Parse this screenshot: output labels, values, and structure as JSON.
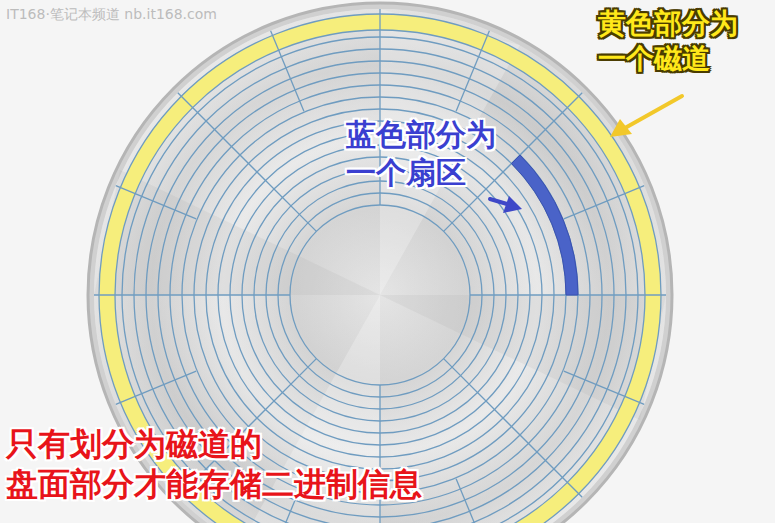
{
  "diagram": {
    "labels": [
      "IT168·笔记本频道 nb.it168.com",
      "黄色部分为 一个磁道",
      "蓝色部分为 一个扇区",
      "只有划分为磁道的 盘面部分才能存储二进制信息"
    ]
  }
}
